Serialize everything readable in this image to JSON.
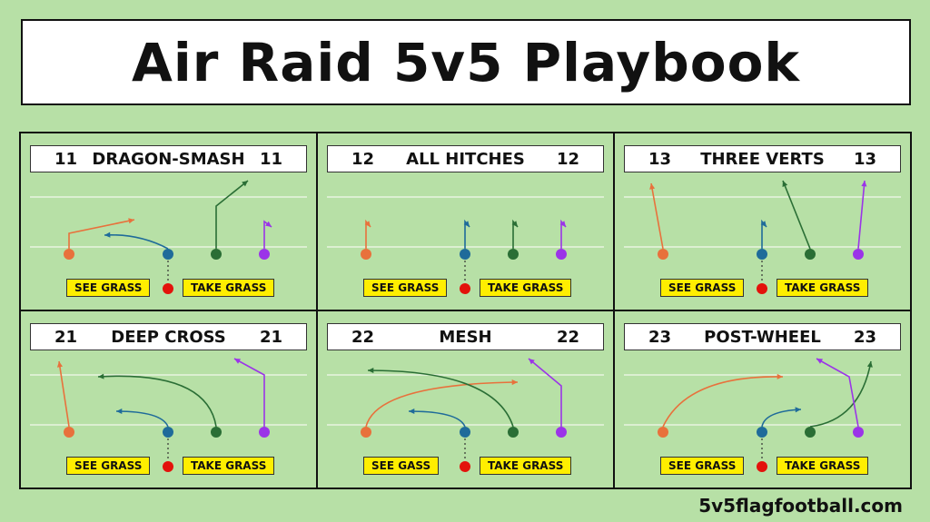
{
  "title": "Air Raid 5v5 Playbook",
  "footer": "5v5flagfootball.com",
  "colors": {
    "orange": "#e8713c",
    "blue": "#1f6b9a",
    "green": "#2a6e35",
    "purple": "#9b34e8",
    "red": "#e3120b",
    "yellow": "#ffee00",
    "field": "#b7e0a6"
  },
  "plays": [
    {
      "num_left": "11",
      "name": "DRAGON-SMASH",
      "num_right": "11",
      "left_label": "SEE GRASS",
      "right_label": "TAKE GRASS"
    },
    {
      "num_left": "12",
      "name": "ALL HITCHES",
      "num_right": "12",
      "left_label": "SEE GRASS",
      "right_label": "TAKE GRASS"
    },
    {
      "num_left": "13",
      "name": "THREE VERTS",
      "num_right": "13",
      "left_label": "SEE GRASS",
      "right_label": "TAKE GRASS"
    },
    {
      "num_left": "21",
      "name": "DEEP CROSS",
      "num_right": "21",
      "left_label": "SEE GRASS",
      "right_label": "TAKE GRASS"
    },
    {
      "num_left": "22",
      "name": "MESH",
      "num_right": "22",
      "left_label": "SEE GASS",
      "right_label": "TAKE GRASS"
    },
    {
      "num_left": "23",
      "name": "POST-WHEEL",
      "num_right": "23",
      "left_label": "SEE GRASS",
      "right_label": "TAKE GRASS"
    }
  ]
}
